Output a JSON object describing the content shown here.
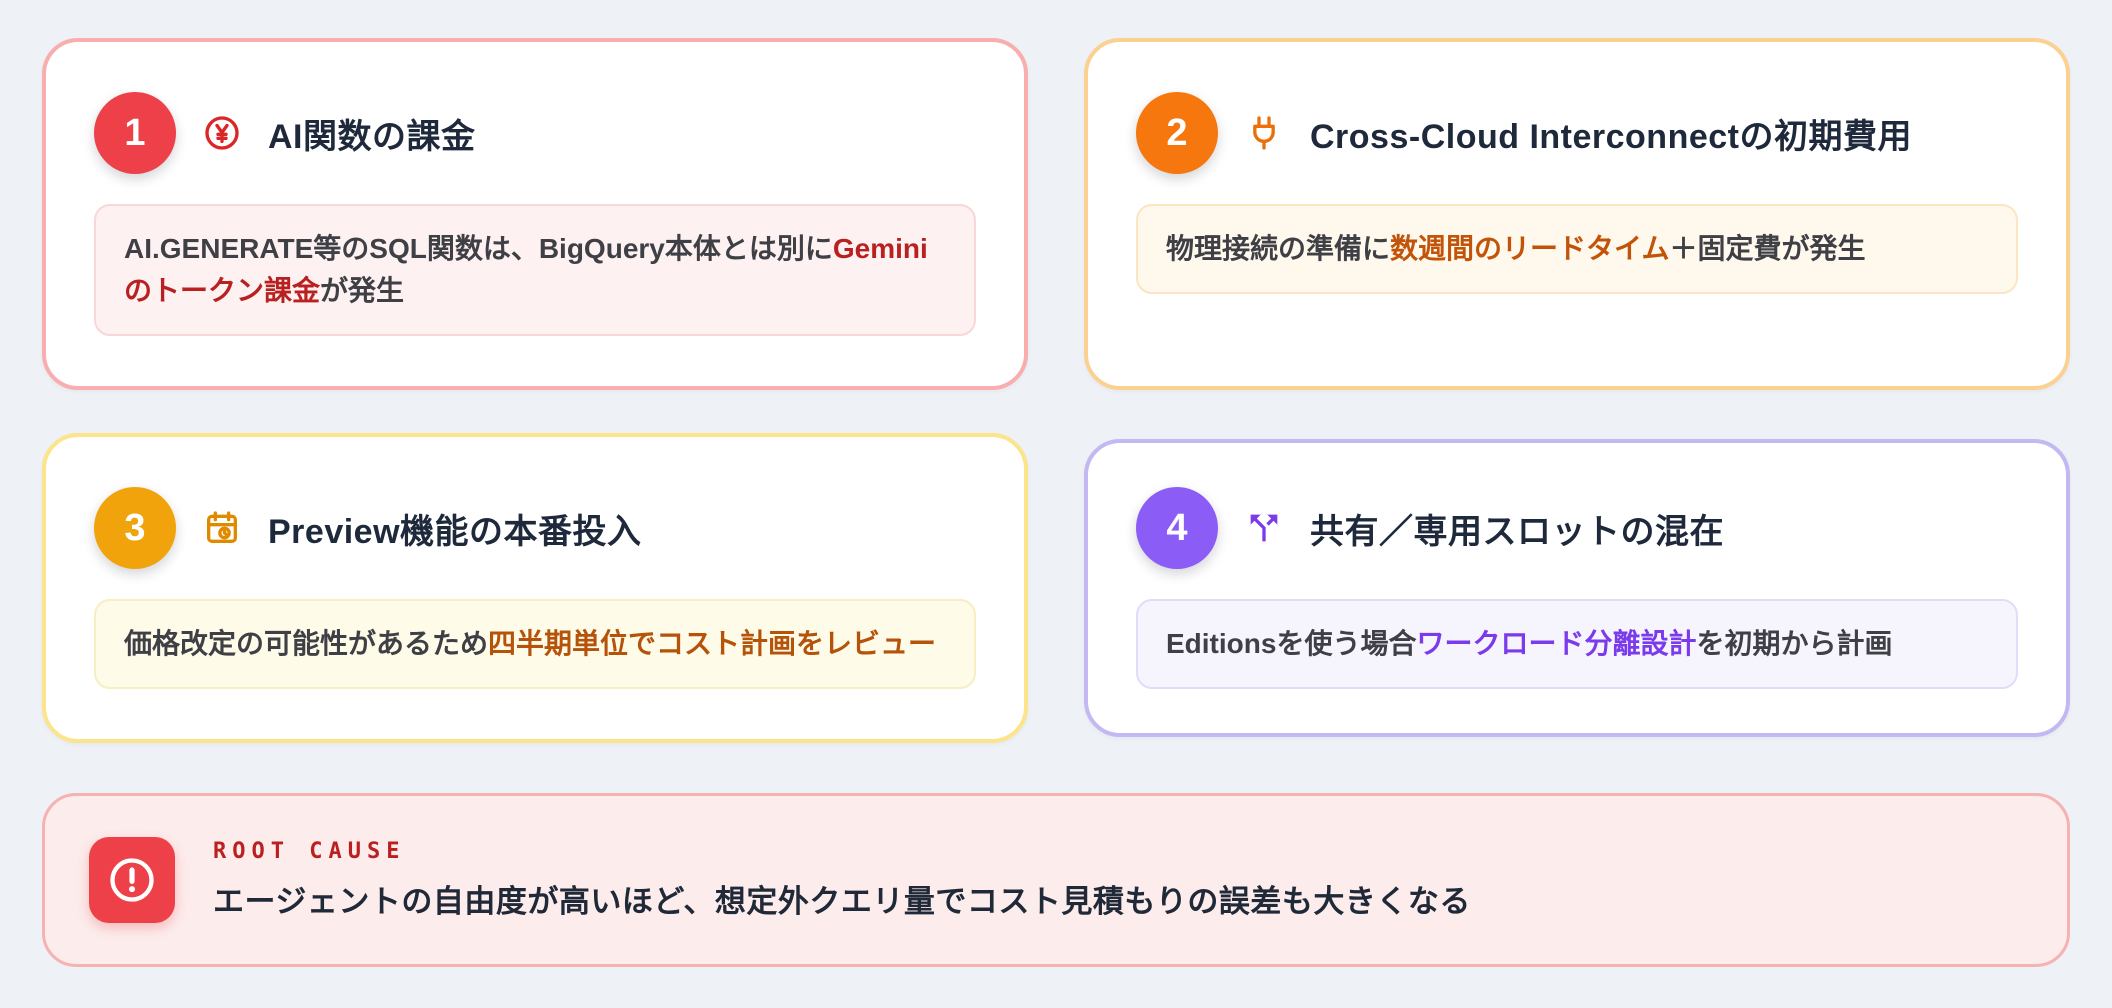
{
  "page": {
    "background": "#eef1f6"
  },
  "themes": {
    "red": {
      "border": "#f8aeae",
      "circle": "#ee4048",
      "icon": "#dc2626",
      "box-bg": "#fdf1f1",
      "box-border": "#f8d7d7",
      "accent": "#b92121"
    },
    "orange": {
      "border": "#fbd191",
      "circle": "#f5770d",
      "icon": "#ea700b",
      "box-bg": "#fff8ec",
      "box-border": "#fbe5c3",
      "accent": "#c2540a"
    },
    "yellow": {
      "border": "#fbe489",
      "circle": "#f0a30b",
      "icon": "#e08a00",
      "box-bg": "#fefbe8",
      "box-border": "#f7eec2",
      "accent": "#b45309"
    },
    "purple": {
      "border": "#c4b8f3",
      "circle": "#8b5cf6",
      "icon": "#7c3aed",
      "box-bg": "#f6f4fd",
      "box-border": "#e2dcf8",
      "accent": "#7c3aed"
    },
    "banner": {
      "border": "#f6b1b1",
      "bg": "#fdecec",
      "icon-bg": "#ee4048",
      "label": "#bb2020",
      "text": "#1f2937"
    }
  },
  "cards": [
    {
      "number": "1",
      "icon": "yen-coin-icon",
      "title": "AI関数の課金",
      "segments": [
        {
          "text": "AI.GENERATE等のSQL関数は、BigQuery本体とは別に"
        },
        {
          "text": "Geminiのトークン課金",
          "accent": true
        },
        {
          "text": "が発生"
        }
      ]
    },
    {
      "number": "2",
      "icon": "plug-icon",
      "title": "Cross-Cloud Interconnectの初期費用",
      "segments": [
        {
          "text": "物理接続の準備に"
        },
        {
          "text": "数週間のリードタイム",
          "accent": true
        },
        {
          "text": "＋固定費が発生"
        }
      ]
    },
    {
      "number": "3",
      "icon": "calendar-clock-icon",
      "title": "Preview機能の本番投入",
      "segments": [
        {
          "text": "価格改定の可能性があるため"
        },
        {
          "text": "四半期単位でコスト計画をレビュー",
          "accent": true
        },
        {
          "text": ""
        }
      ]
    },
    {
      "number": "4",
      "icon": "split-arrows-icon",
      "title": "共有／専用スロットの混在",
      "segments": [
        {
          "text": "Editionsを使う場合"
        },
        {
          "text": "ワークロード分離設計",
          "accent": true
        },
        {
          "text": "を初期から計画"
        }
      ]
    }
  ],
  "root_cause": {
    "label": "ROOT CAUSE",
    "text": "エージェントの自由度が高いほど、想定外クエリ量でコスト見積もりの誤差も大きくなる"
  }
}
